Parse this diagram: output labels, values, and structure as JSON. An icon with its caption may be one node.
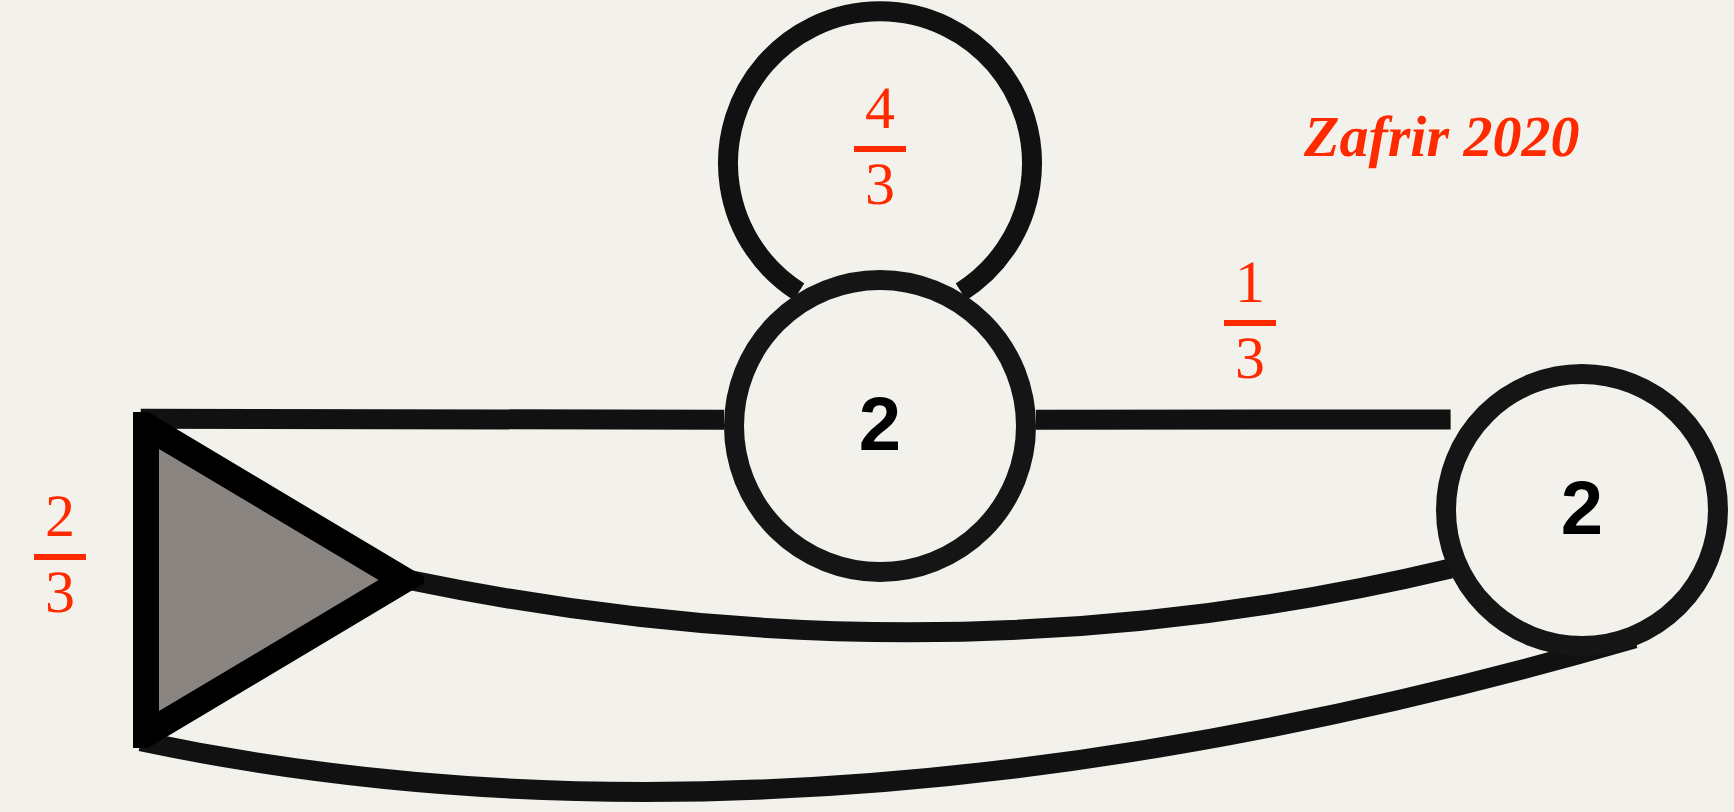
{
  "diagram": {
    "nodes": [
      {
        "text": [],
        "shape": "triangle",
        "beside": [
          "2 3"
        ]
      },
      {
        "text": [
          "2"
        ]
      },
      {
        "text": [
          "2"
        ]
      }
    ],
    "edges": [
      {
        "from": 0,
        "to": 1,
        "arrow": "none"
      },
      {
        "from": 1,
        "to": 2,
        "label": "1 3",
        "arrow": "none"
      },
      {
        "from": 0,
        "to": 2,
        "arrow": "none"
      },
      {
        "from": 0,
        "to": 2,
        "arrow": "none"
      },
      {
        "from": 1,
        "to": 1,
        "label": "4 3",
        "arrow": "none"
      }
    ],
    "labels": [
      "Zafrir 2020"
    ]
  }
}
